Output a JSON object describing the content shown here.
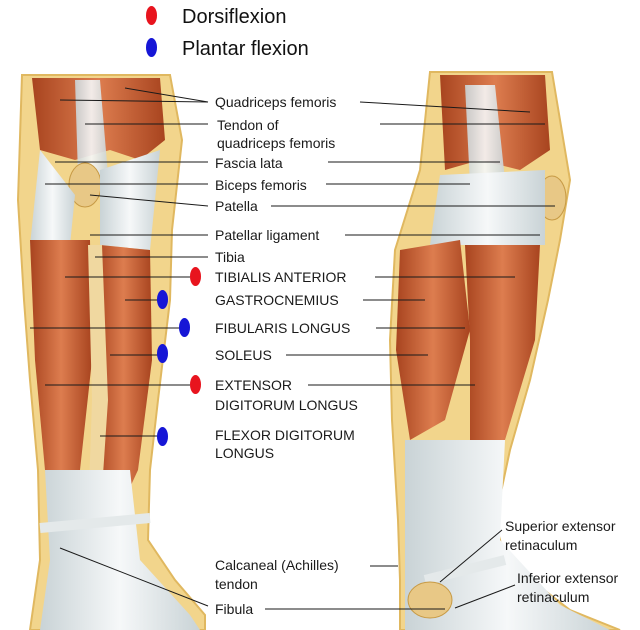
{
  "legend": {
    "dorsiflexion": {
      "label": "Dorsiflexion",
      "color": "#e8141e"
    },
    "plantar_flexion": {
      "label": "Plantar flexion",
      "color": "#1616d6"
    }
  },
  "labels": {
    "quadriceps_femoris": "Quadriceps femoris",
    "tendon_quadriceps_1": "Tendon of",
    "tendon_quadriceps_2": "quadriceps femoris",
    "fascia_lata": "Fascia lata",
    "biceps_femoris": "Biceps femoris",
    "patella": "Patella",
    "patellar_ligament": "Patellar ligament",
    "tibia": "Tibia",
    "tibialis_anterior": "TIBIALIS ANTERIOR",
    "gastrocnemius": "GASTROCNEMIUS",
    "fibularis_longus": "FIBULARIS LONGUS",
    "soleus": "SOLEUS",
    "extensor_1": "EXTENSOR",
    "extensor_2": "DIGITORUM LONGUS",
    "flexor_1": "FLEXOR DIGITORUM",
    "flexor_2": "LONGUS",
    "calcaneal_1": "Calcaneal (Achilles)",
    "calcaneal_2": "tendon",
    "fibula": "Fibula",
    "superior_ret_1": "Superior extensor",
    "superior_ret_2": "retinaculum",
    "inferior_ret_1": "Inferior extensor",
    "inferior_ret_2": "retinaculum"
  },
  "muscle_actions": [
    {
      "muscle": "TIBIALIS ANTERIOR",
      "action": "dorsiflexion"
    },
    {
      "muscle": "GASTROCNEMIUS",
      "action": "plantar_flexion"
    },
    {
      "muscle": "FIBULARIS LONGUS",
      "action": "plantar_flexion"
    },
    {
      "muscle": "SOLEUS",
      "action": "plantar_flexion"
    },
    {
      "muscle": "EXTENSOR DIGITORUM LONGUS",
      "action": "dorsiflexion"
    },
    {
      "muscle": "FLEXOR DIGITORUM LONGUS",
      "action": "plantar_flexion"
    }
  ],
  "colors": {
    "muscle": "#c2552c",
    "muscle_light": "#de8458",
    "skin": "#f2d58c",
    "tendon": "#e9eef0",
    "bone": "#e8c886",
    "leader_line": "#1a1a1a"
  }
}
